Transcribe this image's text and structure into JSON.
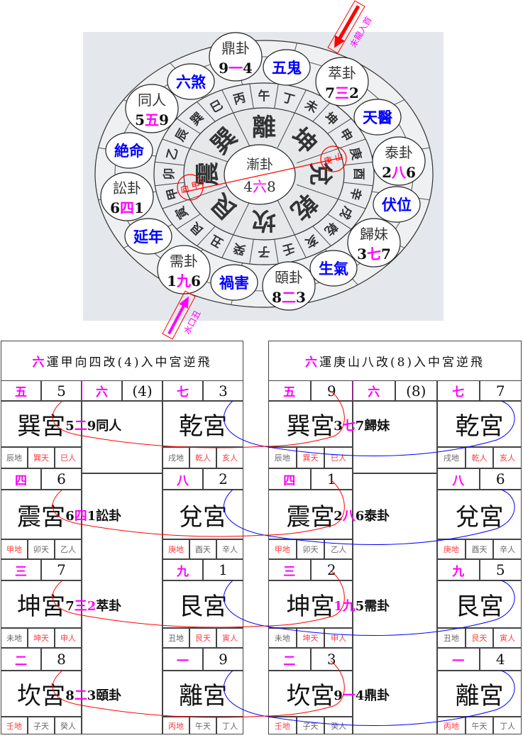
{
  "colors": {
    "magenta": "#ff00ff",
    "blue_label": "#0000ff",
    "red": "#ff0000",
    "wheel_bg": "#e4e8ec",
    "sub_red": "#ff3b3b",
    "sub_grey": "#666666"
  },
  "wheel": {
    "center": {
      "name": "漸卦",
      "a": "4",
      "star": "六",
      "b": "8"
    },
    "trigrams": [
      "離",
      "坤",
      "兌",
      "乾",
      "坎",
      "艮",
      "震",
      "巽"
    ],
    "mountains": [
      "午",
      "丁",
      "未",
      "坤",
      "申",
      "庚",
      "酉",
      "辛",
      "戌",
      "乾",
      "亥",
      "壬",
      "子",
      "癸",
      "丑",
      "艮",
      "寅",
      "甲",
      "卯",
      "乙",
      "辰",
      "巽",
      "巳",
      "丙"
    ],
    "gua_bubbles": [
      {
        "name": "鼎卦",
        "a": "9",
        "star": "一",
        "b": "4"
      },
      {
        "name": "萃卦",
        "a": "7",
        "star": "三",
        "b": "2"
      },
      {
        "name": "泰卦",
        "a": "2",
        "star": "八",
        "b": "6"
      },
      {
        "name": "歸妹",
        "a": "3",
        "star": "七",
        "b": "7"
      },
      {
        "name": "頤卦",
        "a": "8",
        "star": "二",
        "b": "3"
      },
      {
        "name": "需卦",
        "a": "1",
        "star": "九",
        "b": "6"
      },
      {
        "name": "訟卦",
        "a": "6",
        "star": "四",
        "b": "1"
      },
      {
        "name": "同人",
        "a": "5",
        "star": "五",
        "b": "9"
      }
    ],
    "star_bubbles": [
      "五鬼",
      "天醫",
      "伏位",
      "生氣",
      "禍害",
      "延年",
      "絶命",
      "六煞"
    ],
    "facing_marker": [
      "向",
      "甲"
    ],
    "sitting_marker": [
      "庚",
      "山"
    ],
    "dragon_arrow_label": "未龍入首",
    "water_arrow_label": "水口丑"
  },
  "tables": [
    {
      "title_star": "六",
      "title_text": "運甲向四改(4)入中宮逆飛",
      "center": {
        "star": "六",
        "num": "(4)"
      },
      "palaces": [
        {
          "name": "巽宮",
          "star": "五",
          "num": "5",
          "sub": [
            {
              "t": "辰地",
              "red": false
            },
            {
              "t": "巽天",
              "red": true
            },
            {
              "t": "巳人",
              "red": true
            }
          ]
        },
        {
          "name": "乾宮",
          "star": "七",
          "num": "3",
          "sub": [
            {
              "t": "戌地",
              "red": false
            },
            {
              "t": "乾人",
              "red": true
            },
            {
              "t": "亥人",
              "red": true
            }
          ]
        },
        {
          "name": "震宮",
          "star": "四",
          "num": "6",
          "sub": [
            {
              "t": "甲地",
              "red": true
            },
            {
              "t": "卯天",
              "red": false
            },
            {
              "t": "乙人",
              "red": false
            }
          ]
        },
        {
          "name": "兌宮",
          "star": "八",
          "num": "2",
          "sub": [
            {
              "t": "庚地",
              "red": true
            },
            {
              "t": "酉天",
              "red": false
            },
            {
              "t": "辛人",
              "red": false
            }
          ]
        },
        {
          "name": "坤宮",
          "star": "三",
          "num": "7",
          "sub": [
            {
              "t": "未地",
              "red": false
            },
            {
              "t": "坤天",
              "red": true
            },
            {
              "t": "申人",
              "red": true
            }
          ]
        },
        {
          "name": "艮宮",
          "star": "九",
          "num": "1",
          "sub": [
            {
              "t": "丑地",
              "red": false
            },
            {
              "t": "艮天",
              "red": true
            },
            {
              "t": "寅人",
              "red": true
            }
          ]
        },
        {
          "name": "坎宮",
          "star": "二",
          "num": "8",
          "sub": [
            {
              "t": "壬地",
              "red": true
            },
            {
              "t": "子天",
              "red": false
            },
            {
              "t": "癸人",
              "red": false
            }
          ]
        },
        {
          "name": "離宮",
          "star": "一",
          "num": "9",
          "sub": [
            {
              "t": "丙地",
              "red": true
            },
            {
              "t": "午天",
              "red": false
            },
            {
              "t": "丁人",
              "red": false
            }
          ]
        }
      ],
      "hexagrams": [
        {
          "a": "5",
          "star": "二",
          "b": "9",
          "name": "同人",
          "a_mag": false,
          "b_mag": false
        },
        {
          "a": "6",
          "star": "四",
          "b": "1",
          "name": "訟卦",
          "a_mag": false,
          "b_mag": false
        },
        {
          "a": "7",
          "star": "三",
          "b": "2",
          "name": "萃卦",
          "a_mag": false,
          "b_mag": true
        },
        {
          "a": "8",
          "star": "二",
          "b": "3",
          "name": "頤卦",
          "a_mag": false,
          "b_mag": false
        }
      ]
    },
    {
      "title_star": "六",
      "title_text": "運庚山八改(8)入中宮逆飛",
      "center": {
        "star": "六",
        "num": "(8)"
      },
      "palaces": [
        {
          "name": "巽宮",
          "star": "五",
          "num": "9",
          "sub": [
            {
              "t": "辰地",
              "red": false
            },
            {
              "t": "巽天",
              "red": true
            },
            {
              "t": "巳人",
              "red": true
            }
          ]
        },
        {
          "name": "乾宮",
          "star": "七",
          "num": "7",
          "sub": [
            {
              "t": "戌地",
              "red": false
            },
            {
              "t": "乾人",
              "red": true
            },
            {
              "t": "亥人",
              "red": true
            }
          ]
        },
        {
          "name": "震宮",
          "star": "四",
          "num": "1",
          "sub": [
            {
              "t": "甲地",
              "red": true
            },
            {
              "t": "卯天",
              "red": false
            },
            {
              "t": "乙人",
              "red": false
            }
          ]
        },
        {
          "name": "兌宮",
          "star": "八",
          "num": "6",
          "sub": [
            {
              "t": "庚地",
              "red": true
            },
            {
              "t": "酉天",
              "red": false
            },
            {
              "t": "辛人",
              "red": false
            }
          ]
        },
        {
          "name": "坤宮",
          "star": "三",
          "num": "2",
          "sub": [
            {
              "t": "未地",
              "red": false
            },
            {
              "t": "坤天",
              "red": true
            },
            {
              "t": "申人",
              "red": true
            }
          ]
        },
        {
          "name": "艮宮",
          "star": "九",
          "num": "5",
          "sub": [
            {
              "t": "丑地",
              "red": false
            },
            {
              "t": "艮天",
              "red": true
            },
            {
              "t": "寅人",
              "red": true
            }
          ]
        },
        {
          "name": "坎宮",
          "star": "二",
          "num": "3",
          "sub": [
            {
              "t": "壬地",
              "red": true
            },
            {
              "t": "子天",
              "red": false
            },
            {
              "t": "癸人",
              "red": false
            }
          ]
        },
        {
          "name": "離宮",
          "star": "一",
          "num": "4",
          "sub": [
            {
              "t": "丙地",
              "red": true
            },
            {
              "t": "午天",
              "red": false
            },
            {
              "t": "丁人",
              "red": false
            }
          ]
        }
      ],
      "hexagrams": [
        {
          "a": "3",
          "star": "七",
          "b": "7",
          "name": "歸妹",
          "a_mag": false,
          "b_mag": false
        },
        {
          "a": "2",
          "star": "八",
          "b": "6",
          "name": "泰卦",
          "a_mag": false,
          "b_mag": false
        },
        {
          "a": "1",
          "star": "九",
          "b": "5",
          "name": "需卦",
          "a_mag": true,
          "b_mag": false
        },
        {
          "a": "9",
          "star": "一",
          "b": "4",
          "name": "鼎卦",
          "a_mag": false,
          "b_mag": false
        }
      ]
    }
  ]
}
